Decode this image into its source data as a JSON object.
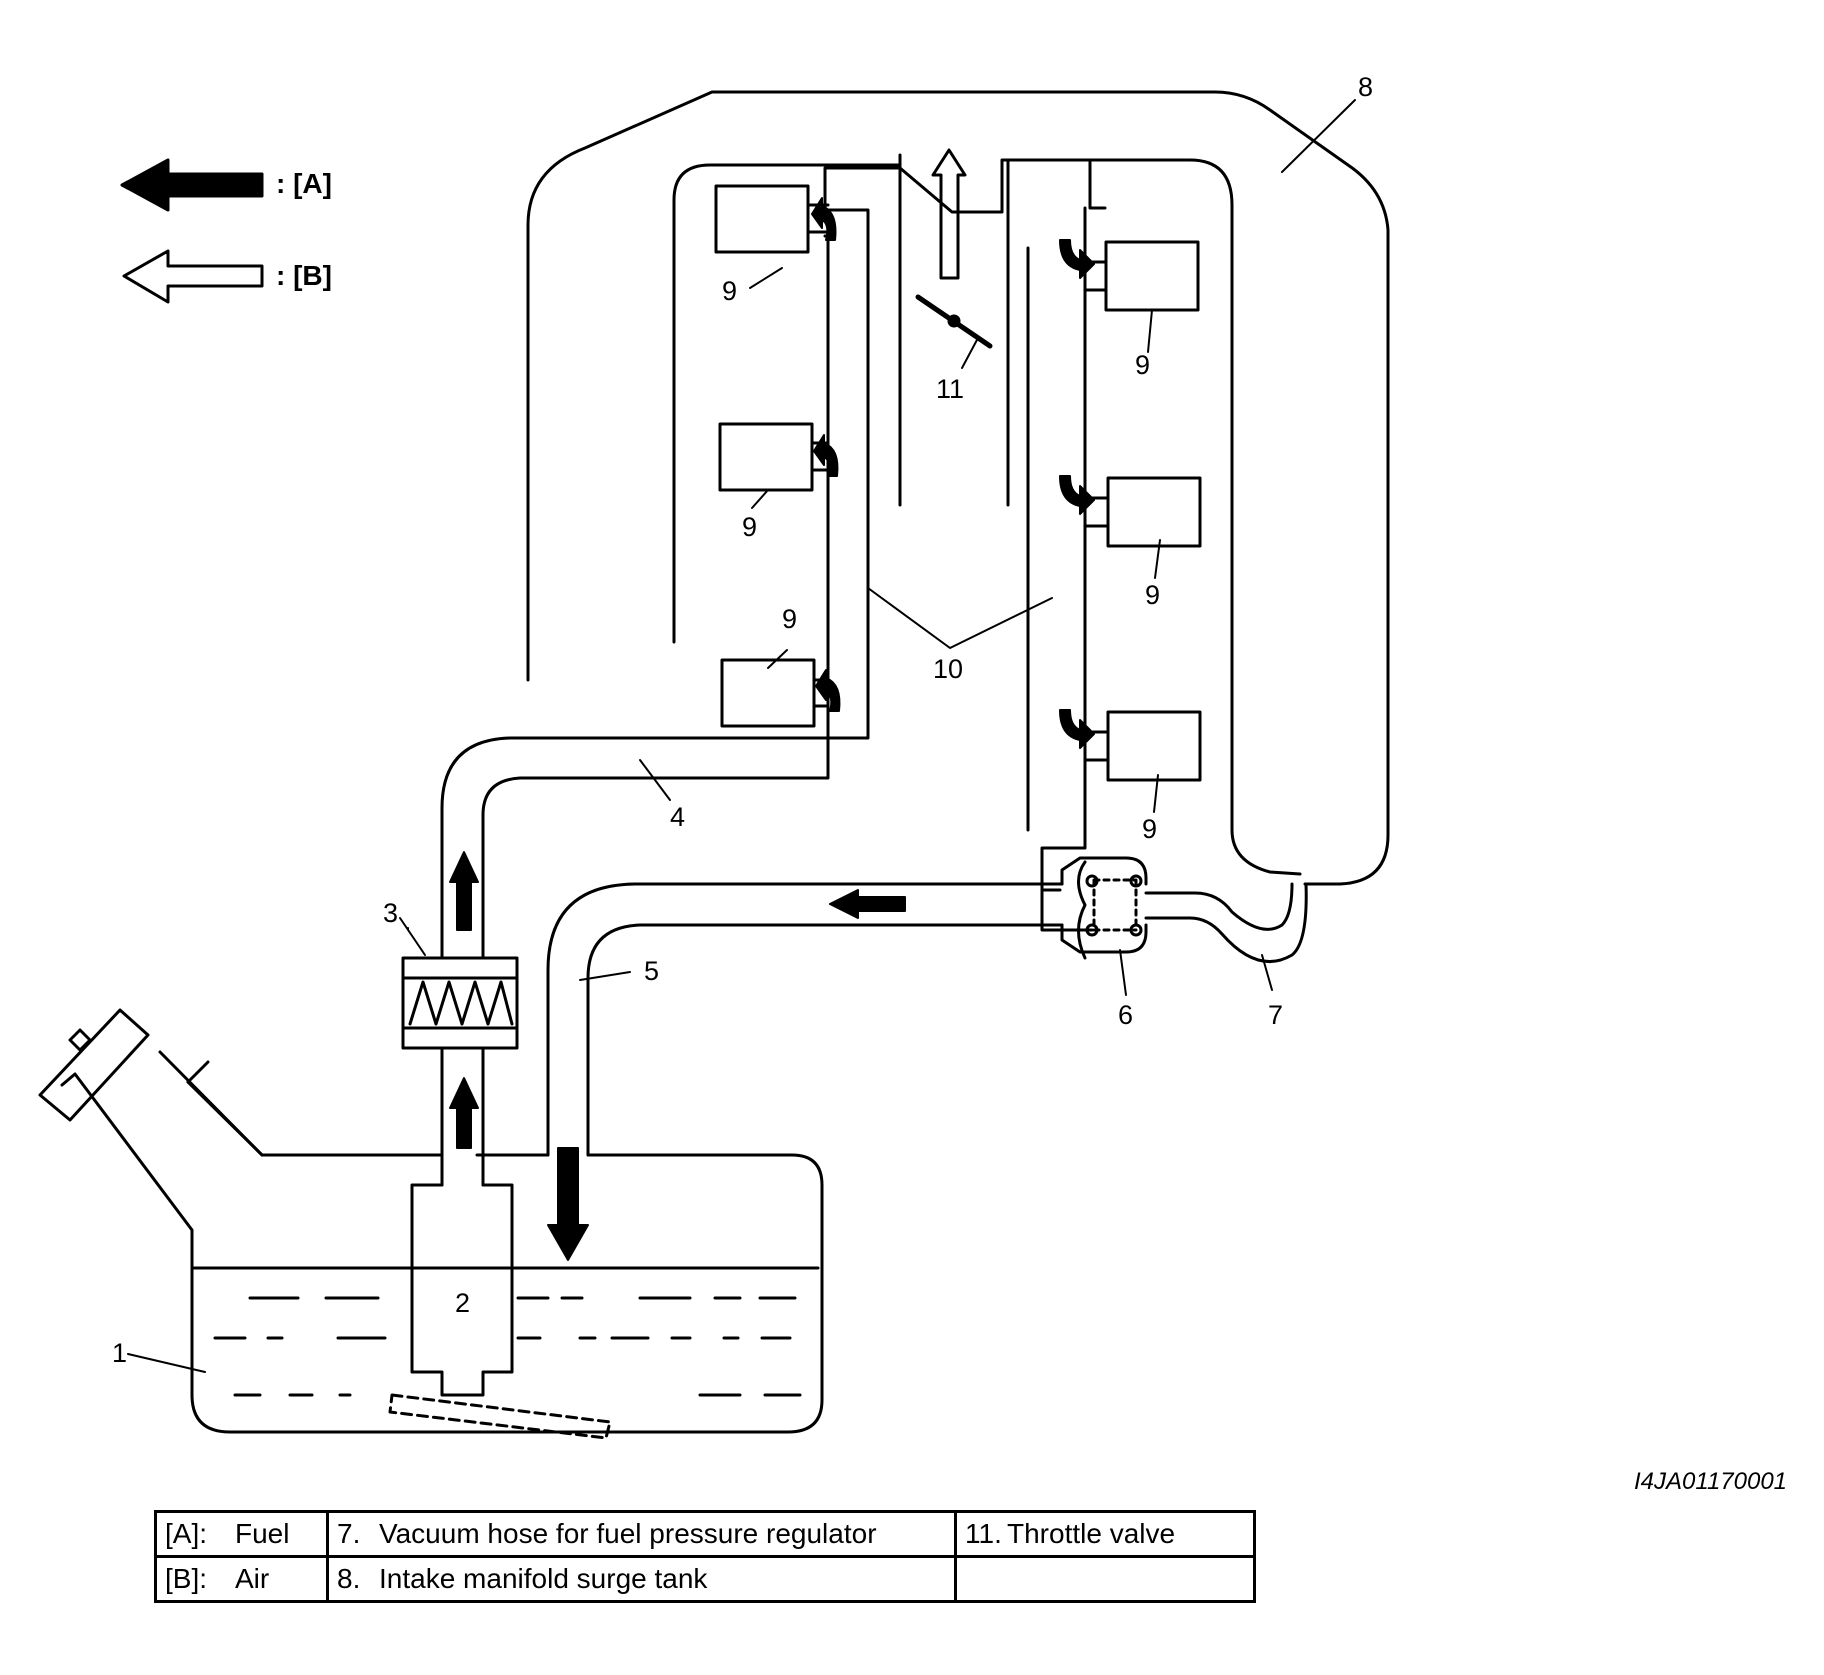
{
  "legend": {
    "fuel_symbol": ": [A]",
    "air_symbol": ": [B]"
  },
  "callouts": {
    "c1": "1",
    "c2": "2",
    "c3": "3",
    "c4": "4",
    "c5": "5",
    "c6": "6",
    "c7": "7",
    "c8": "8",
    "c9": "9",
    "c10": "10",
    "c11": "11"
  },
  "figure_code": "I4JA01170001",
  "key_table": {
    "rows": [
      {
        "code": "[A]:",
        "code_label": "Fuel",
        "mid_num": "7.",
        "mid_label": "Vacuum hose for fuel pressure regulator",
        "right_num": "11.",
        "right_label": "Throttle valve"
      },
      {
        "code": "[B]:",
        "code_label": "Air",
        "mid_num": "8.",
        "mid_label": "Intake manifold surge tank",
        "right_num": "",
        "right_label": ""
      }
    ]
  },
  "colors": {
    "line": "#000000",
    "background": "#ffffff"
  }
}
